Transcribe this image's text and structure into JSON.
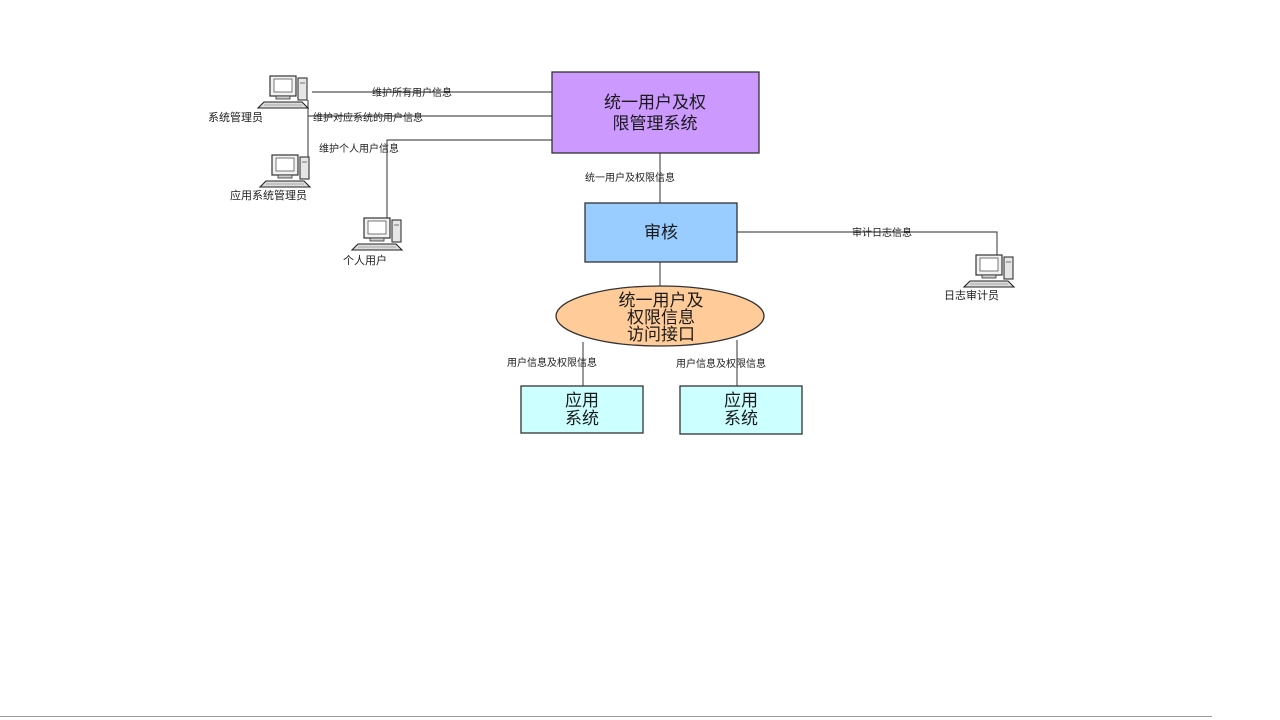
{
  "nodes": {
    "unified_system": {
      "line1": "统一用户及权",
      "line2": "限管理系统",
      "color": "#cc99ff"
    },
    "audit": {
      "label": "审核",
      "color": "#99ccff"
    },
    "interface": {
      "line1": "统一用户及",
      "line2": "权限信息",
      "line3": "访问接口",
      "color": "#ffcc99"
    },
    "app1": {
      "line1": "应用",
      "line2": "系统",
      "color": "#ccffff"
    },
    "app2": {
      "line1": "应用",
      "line2": "系统",
      "color": "#ccffff"
    }
  },
  "actors": {
    "sys_admin": {
      "label": "系统管理员",
      "icon": "computer-icon"
    },
    "app_admin": {
      "label": "应用系统管理员",
      "icon": "computer-icon"
    },
    "personal_user": {
      "label": "个人用户",
      "icon": "computer-icon"
    },
    "log_auditor": {
      "label": "日志审计员",
      "icon": "computer-icon"
    }
  },
  "edges": {
    "maintain_all": "维护所有用户信息",
    "maintain_app": "维护对应系统的用户信息",
    "maintain_personal": "维护个人用户信息",
    "unified_info": "统一用户及权限信息",
    "audit_log": "审计日志信息",
    "app1_info": "用户信息及权限信息",
    "app2_info": "用户信息及权限信息"
  }
}
